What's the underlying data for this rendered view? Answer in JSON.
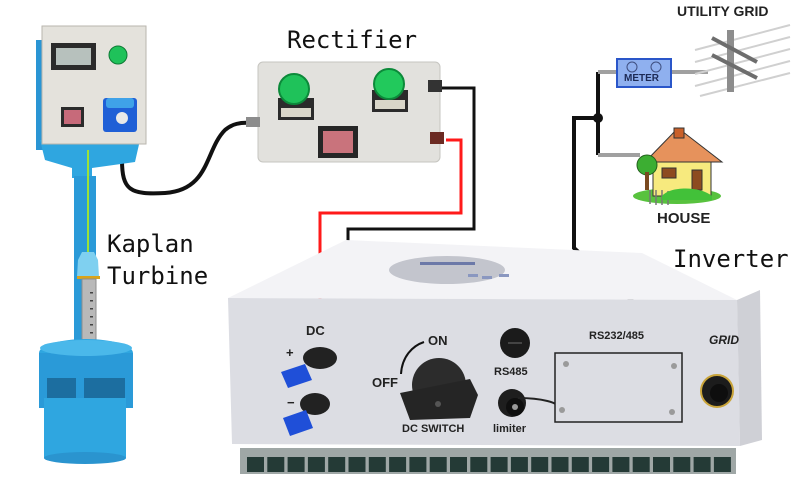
{
  "diagram": {
    "title": "Micro-hydro grid-tie system",
    "components": {
      "turbine": {
        "label_line1": "Kaplan",
        "label_line2": "Turbine"
      },
      "rectifier": {
        "label": "Rectifier"
      },
      "inverter": {
        "label": "Inverter",
        "panel_labels": {
          "dc": "DC",
          "plus": "+",
          "minus": "−",
          "on": "ON",
          "off": "OFF",
          "dc_switch": "DC SWITCH",
          "rs485": "RS485",
          "limiter": "limiter",
          "rs232_485": "RS232/485",
          "grid": "GRID"
        }
      },
      "utility_grid": {
        "label": "UTILITY GRID"
      },
      "meter": {
        "label": "METER"
      },
      "house": {
        "label": "HOUSE"
      }
    },
    "connections": [
      {
        "from": "turbine",
        "to": "rectifier",
        "type": "AC cable",
        "color": "#111111"
      },
      {
        "from": "rectifier",
        "to": "inverter DC+",
        "type": "DC positive",
        "color": "#ff1a1a"
      },
      {
        "from": "rectifier",
        "to": "inverter DC-",
        "type": "DC negative",
        "color": "#111111"
      },
      {
        "from": "inverter GRID",
        "to": "meter / house junction",
        "type": "AC output",
        "color": "#111111"
      },
      {
        "from": "meter",
        "to": "utility grid",
        "type": "grid line",
        "color": "#9a9a9a"
      },
      {
        "from": "junction",
        "to": "house",
        "type": "house line",
        "color": "#9a9a9a"
      }
    ],
    "colors": {
      "turbine_blue": "#2fa6e0",
      "panel_gray": "#e4e2dc",
      "indicator_green": "#1fc25a",
      "wire_red": "#ff1a1a",
      "wire_black": "#111111",
      "inverter_body": "#dcdde3",
      "meter_blue": "#8fb0ef",
      "connector_blue": "#1f5fd6"
    }
  }
}
